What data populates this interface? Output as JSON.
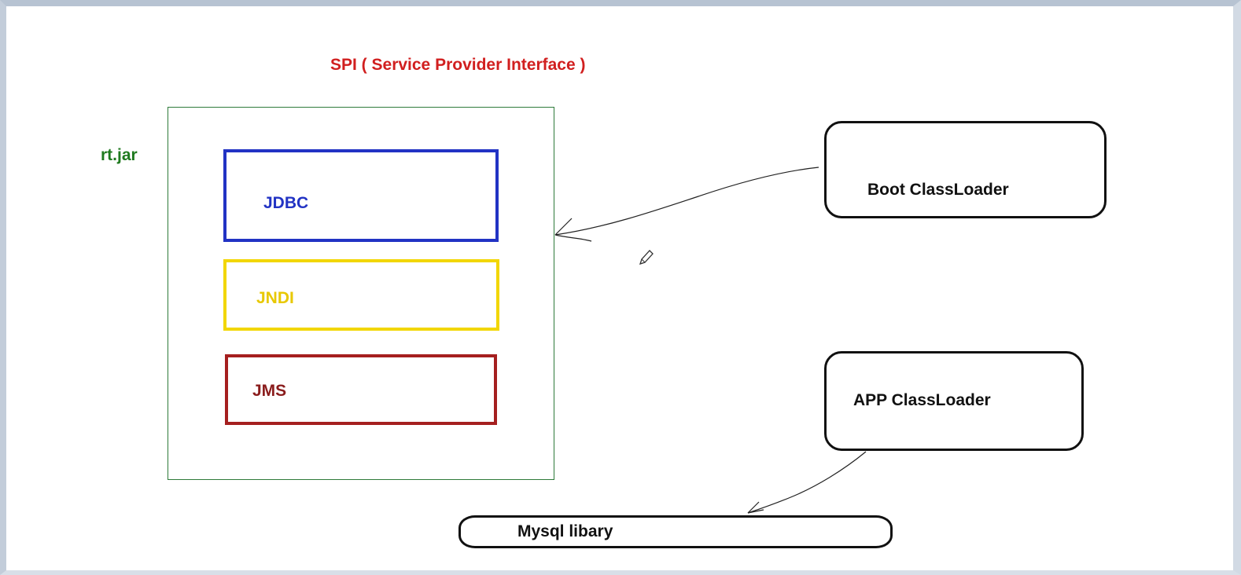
{
  "title": "SPI  ( Service Provider Interface )",
  "rt_jar": {
    "label": "rt.jar",
    "items": [
      {
        "label": "JDBC",
        "color": "#2233c4"
      },
      {
        "label": "JNDI",
        "color": "#f2d600"
      },
      {
        "label": "JMS",
        "color": "#a51f1f"
      }
    ]
  },
  "loaders": {
    "boot": "Boot ClassLoader",
    "app": "APP ClassLoader"
  },
  "library": {
    "label": "Mysql libary"
  },
  "icons": {
    "cursor": "pencil-icon"
  }
}
